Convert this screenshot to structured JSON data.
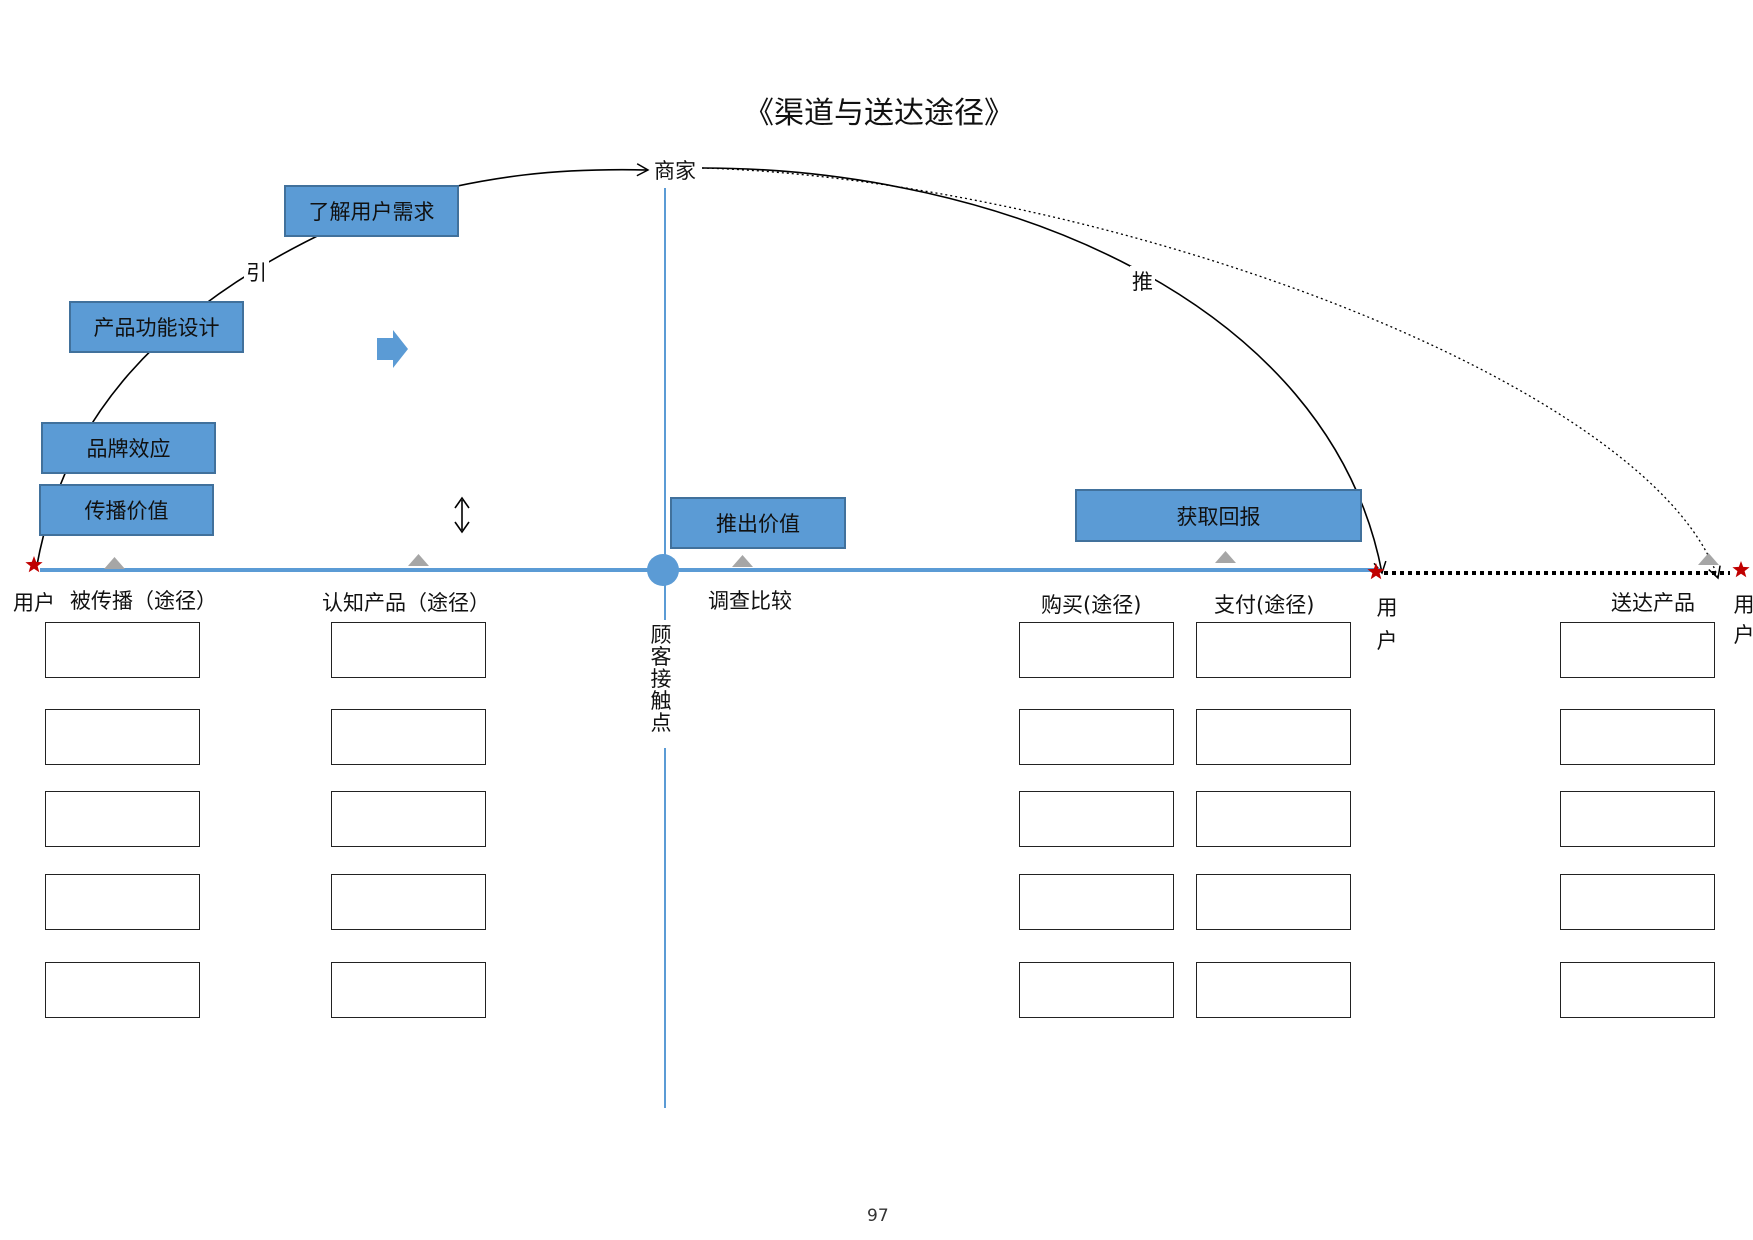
{
  "title": "《渠道与送达途径》",
  "merchant": "商家",
  "arc_labels": {
    "pull": "引",
    "push": "推"
  },
  "left_boxes": {
    "understand_needs": "了解用户需求",
    "product_design": "产品功能设计",
    "brand_effect": "品牌效应",
    "spread_value": "传播价值"
  },
  "right_boxes": {
    "launch_value": "推出价值",
    "get_return": "获取回报"
  },
  "stage_labels": {
    "user_start": "用户",
    "spread": "被传播（途径）",
    "cognize": "认知产品（途径）",
    "research": "调查比较",
    "purchase": "购买(途径)",
    "payment": "支付(途径)",
    "user_mid": "用户",
    "deliver": "送达产品",
    "user_end": "用户"
  },
  "touchpoint": "顾客接触点",
  "page_number": "97",
  "colors": {
    "accent_blue": "#5b9bd5",
    "box_border": "#41719c",
    "star_red": "#c00000",
    "marker_gray": "#a6a6a6"
  },
  "icons": [
    "blue-arrow-icon",
    "double-arrow-icon",
    "star-icon",
    "triangle-marker-icon"
  ]
}
